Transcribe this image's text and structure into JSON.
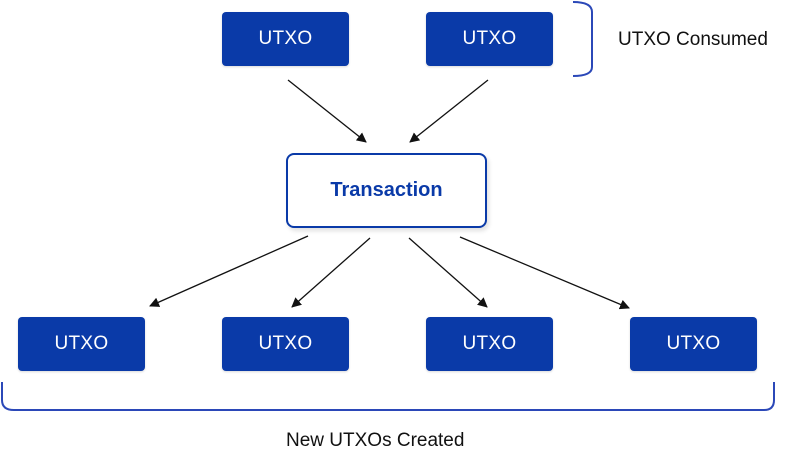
{
  "colors": {
    "box_fill": "#0a3aa8",
    "text_on_box": "#ffffff",
    "arrow": "#111111",
    "bracket": "#2b48b8"
  },
  "inputs": [
    {
      "label": "UTXO"
    },
    {
      "label": "UTXO"
    }
  ],
  "transaction": {
    "label": "Transaction"
  },
  "outputs": [
    {
      "label": "UTXO"
    },
    {
      "label": "UTXO"
    },
    {
      "label": "UTXO"
    },
    {
      "label": "UTXO"
    }
  ],
  "captions": {
    "consumed": "UTXO Consumed",
    "created": "New UTXOs Created"
  }
}
